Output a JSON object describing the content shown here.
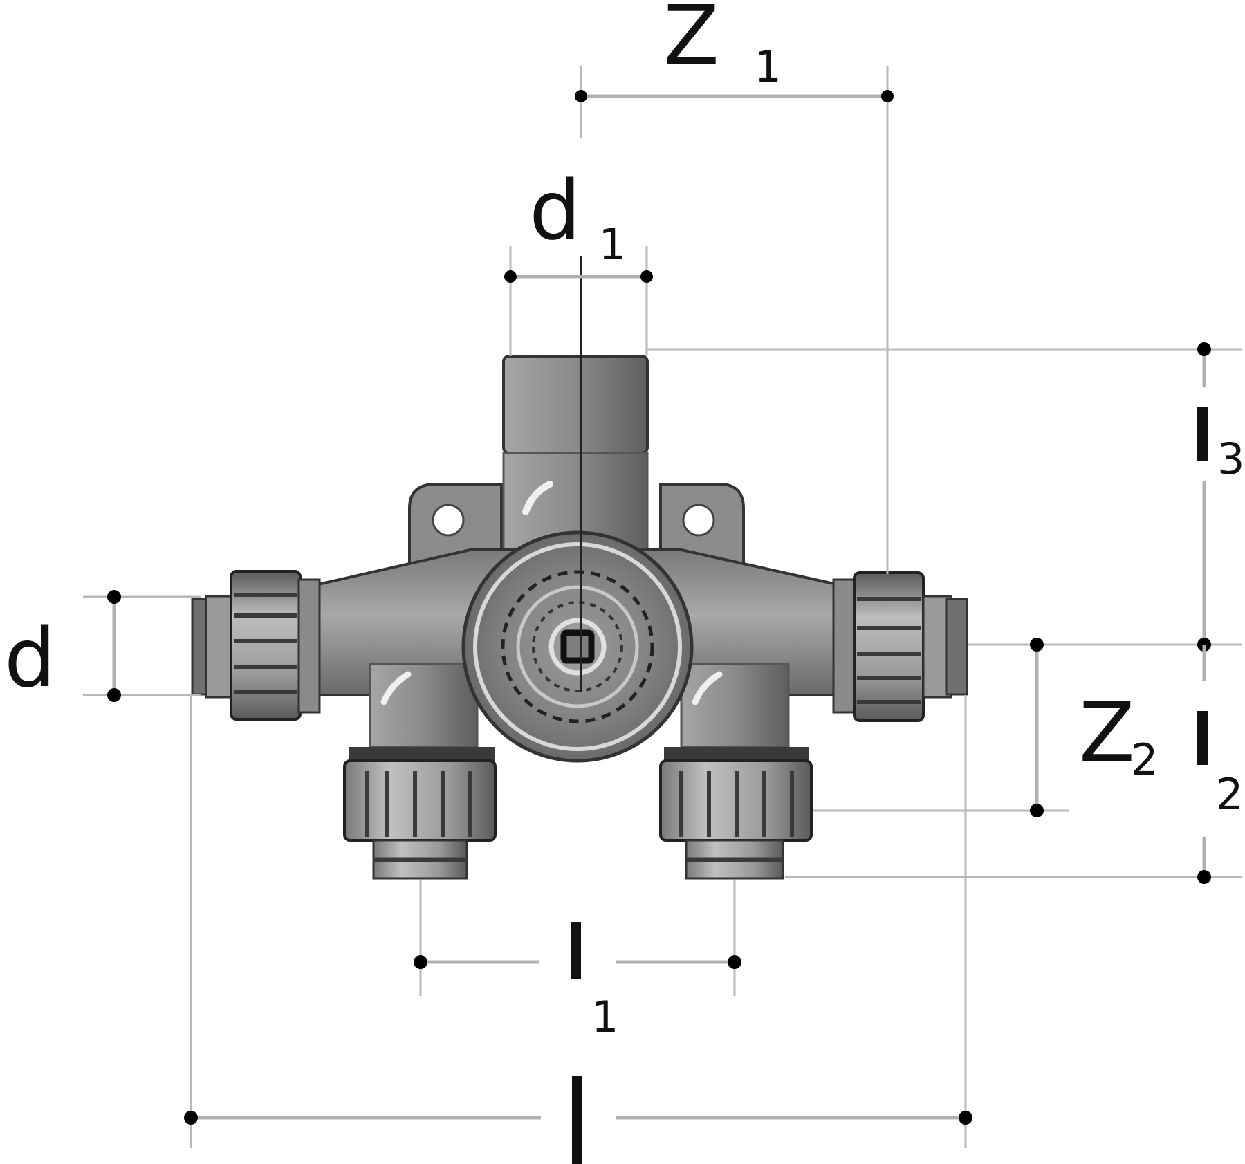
{
  "diagram": {
    "type": "technical-dimension-drawing",
    "subject": "manifold fitting with central valve, four push-fit connectors and mounting lugs",
    "colors": {
      "background": "#ffffff",
      "dimension_line": "#b0b0b0",
      "dimension_dot": "#000000",
      "body_dark": "#6a6a6a",
      "body_mid": "#8e8e8e",
      "body_light": "#b4b4b4",
      "text": "#111111"
    },
    "labels": {
      "z1": {
        "main": "Z",
        "sub": "1"
      },
      "d1": {
        "main": "d",
        "sub": "1"
      },
      "d": {
        "main": "d",
        "sub": ""
      },
      "l3": {
        "main": "l",
        "sub": "3"
      },
      "z2": {
        "main": "Z",
        "sub": "2"
      },
      "l2": {
        "main": "l",
        "sub": "2"
      },
      "l1": {
        "main": "l",
        "sub": "1"
      },
      "l": {
        "main": "l",
        "sub": ""
      }
    }
  }
}
